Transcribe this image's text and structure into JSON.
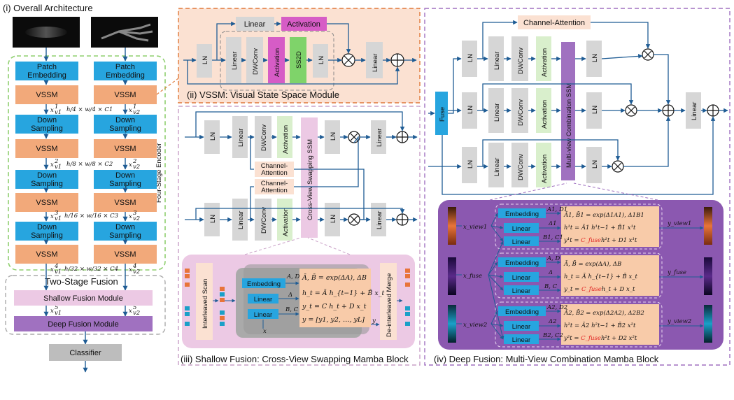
{
  "sections": {
    "overall": "(i) Overall Architecture",
    "vssm": "(ii) VSSM: Visual State Space Module",
    "shallow": "(iii) Shallow Fusion: Cross-View Swapping Mamba Block",
    "deep": "(iv) Deep Fusion: Multi-View Combination Mamba Block"
  },
  "encoder": {
    "four_stage": "Four-Stage Encoder",
    "two_stage": "Two-Stage Fusion",
    "patch_embedding": "Patch Embedding",
    "vssm": "VSSM",
    "down_sampling": "Down Sampling",
    "shallow_fusion": "Shallow Fusion Module",
    "deep_fusion": "Deep Fusion Module",
    "classifier": "Classifier",
    "dims": [
      "h/4 × w/4 × C1",
      "h/8 × w/8 × C2",
      "h/16 × w/16 × C3",
      "h/32 × w/32 × C4"
    ],
    "x_left": [
      "x_v1^1",
      "x_v1^2",
      "x_v1^3",
      "x_v1^4",
      "x_v1^5"
    ],
    "x_right": [
      "x_v2^1",
      "x_v2^2",
      "x_v2^3",
      "x_v2^4",
      "x_v2^5"
    ]
  },
  "blocks": {
    "ln": "LN",
    "linear": "Linear",
    "dwconv": "DWConv",
    "activation": "Activation",
    "ss2d": "SS2D",
    "channel_attention": "Channel-Attention",
    "channel_attention_split": [
      "Channel-",
      "Attention"
    ],
    "cross_view_ssm": "Cross-View Swapping SSM",
    "multi_view_ssm": "Multi-view Combination SSM",
    "fuse": "Fuse",
    "embedding": "Embedding",
    "interleaved_scan": "Interleaved Scan",
    "deinterleaved_merge": "De-interleaved Merge"
  },
  "equations": {
    "shallow": [
      "Ā, B̄ = exp(ΔA), ΔB",
      "h_t = Ā h_{t−1} + B̄ x_t",
      "y_t = C h_t + D x_t",
      "y = [y1, y2, …, yL]"
    ],
    "shallow_labels": [
      "A, D",
      "Δ",
      "B, C",
      "x",
      "y"
    ],
    "v1": [
      "Ā1, B̄1 = exp(Δ1A1), Δ1B1",
      "h¹t = Ā1 h¹t−1 + B̄1 x¹t",
      "y¹t = ",
      "C_fuse",
      "h¹t + D1 x¹t"
    ],
    "fuse": [
      "Ā, B̄ = exp(ΔA), ΔB",
      "h_t = Ā h_{t−1} + B̄ x_t",
      "y_t = ",
      "C_fuse",
      "h_t + D x_t"
    ],
    "v2": [
      "Ā2, B̄2 = exp(Δ2A2), Δ2B2",
      "h²t = Ā2 h²t−1 + B̄2 x²t",
      "y²t = ",
      "C_fuse",
      "h²t + D2 x²t"
    ],
    "v1_labels": [
      "A1, D1",
      "Δ1",
      "B1, C1"
    ],
    "fuse_labels": [
      "A, D",
      "Δ",
      "B, C"
    ],
    "v2_labels": [
      "A2, D2",
      "Δ2",
      "B2, C2"
    ],
    "inputs": [
      "x_view1",
      "x_fuse",
      "x_view2"
    ],
    "outputs": [
      "y_view1",
      "y_fuse",
      "y_view2"
    ]
  },
  "colors": {
    "blue_block": "#27a5df",
    "orange_block": "#f2a97a",
    "gray_block": "#d6d6d6",
    "green_block": "#d9efcc",
    "magenta_block": "#d65cc6",
    "purple_block": "#a071c0",
    "pink_bg": "#ecc9e4",
    "deep_bg": "#8b58b0",
    "formula_bg": "#f8cba9",
    "vssm_bg": "#fbe1d2",
    "arrow": "#1f5c94"
  }
}
